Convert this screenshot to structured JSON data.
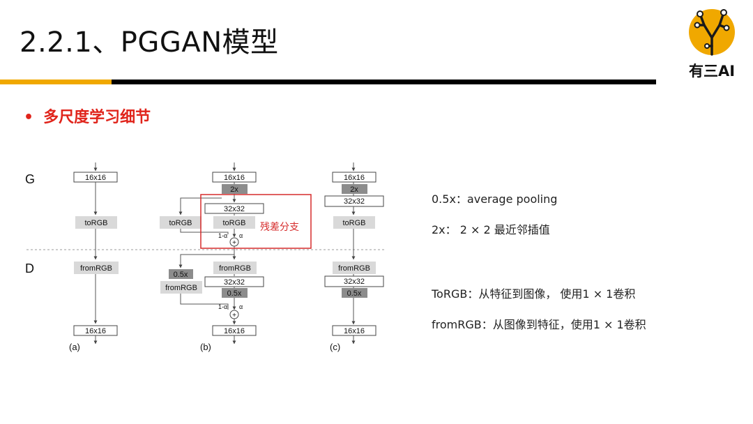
{
  "title": "2.2.1、PGGAN模型",
  "logo": {
    "text": "有三AI"
  },
  "bullet": {
    "dot": "•",
    "text": "多尺度学习细节"
  },
  "diagram": {
    "row_labels": [
      "G",
      "D"
    ],
    "panel_captions": [
      "(a)",
      "(b)",
      "(c)"
    ],
    "box_labels": {
      "res16": "16x16",
      "res32": "32x32",
      "up2x": "2x",
      "down05x": "0.5x",
      "torgb": "toRGB",
      "fromrgb": "fromRGB"
    },
    "alpha_labels": {
      "one_minus_alpha": "1-α",
      "alpha": "α"
    },
    "plus_symbol": "+",
    "residual_label": "残差分支"
  },
  "notes": [
    "0.5x：average pooling",
    "2x： 2 × 2 最近邻插值",
    "ToRGB：从特征到图像， 使用1 × 1卷积",
    "fromRGB：从图像到特征，使用1 × 1卷积"
  ],
  "colors": {
    "accent_yellow": "#f0a800",
    "title_bar_black": "#000000",
    "bullet_red": "#e0241b",
    "residual_box": "#d62b2b",
    "box_light_gray": "#d9d9d9",
    "box_dark_gray": "#8c8c8c"
  }
}
